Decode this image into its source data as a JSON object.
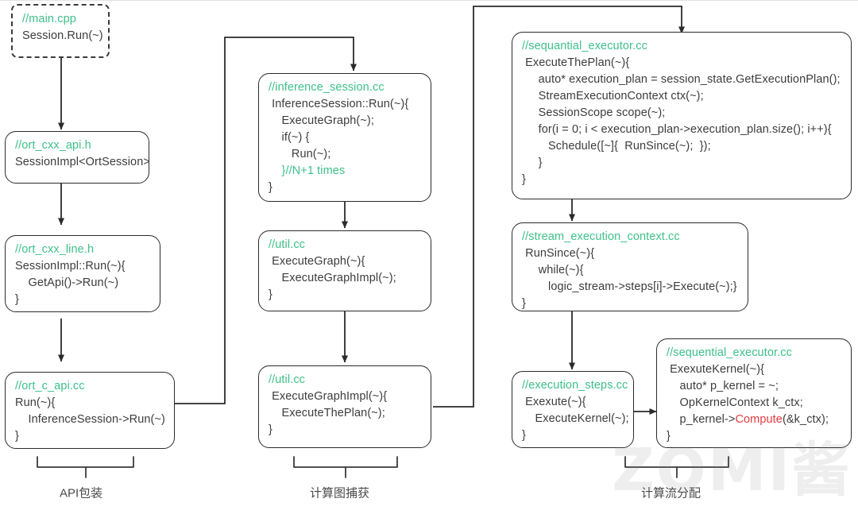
{
  "diagram": {
    "title": "ONNX Runtime Session.Run call flow",
    "colors": {
      "comment_green": "#3ec08a",
      "highlight_red": "#e0393e",
      "stroke": "#2b2b2b",
      "text": "#3c3c3c",
      "background": "#ffffff"
    },
    "watermark": "ZOMI酱"
  },
  "nodes": [
    {
      "id": "main-cpp",
      "style": "dashed",
      "comment": "//main.cpp",
      "lines": [
        "Session.Run(~)"
      ]
    },
    {
      "id": "ort-cxx-api-h",
      "style": "solid",
      "comment": "//ort_cxx_api.h",
      "lines": [
        "SessionImpl<OrtSession>"
      ]
    },
    {
      "id": "ort-cxx-line-h",
      "style": "solid",
      "comment": "//ort_cxx_line.h",
      "lines": [
        "SessionImpl::Run(~){",
        "    GetApi()->Run(~)",
        "}"
      ]
    },
    {
      "id": "ort-c-api-cc",
      "style": "solid",
      "comment": "//ort_c_api.cc",
      "lines": [
        "Run(~){",
        "    InferenceSession->Run(~)",
        "}"
      ]
    },
    {
      "id": "inference-session-cc",
      "style": "solid",
      "comment": "//inference_session.cc",
      "lines": [
        " InferenceSession::Run(~){",
        "    ExecuteGraph(~);",
        "    if(~) {",
        "       Run(~);",
        "    }//N+1 times",
        "}"
      ],
      "comment_suffix_line_index": 4
    },
    {
      "id": "util-cc-execute-graph",
      "style": "solid",
      "comment": "//util.cc",
      "lines": [
        " ExecuteGraph(~){",
        "    ExecuteGraphImpl(~);",
        "}"
      ]
    },
    {
      "id": "util-cc-execute-graph-impl",
      "style": "solid",
      "comment": "//util.cc",
      "lines": [
        " ExecuteGraphImpl(~){",
        "    ExecuteThePlan(~);",
        "}"
      ]
    },
    {
      "id": "sequential-executor-cc-plan",
      "style": "solid",
      "comment": "//sequantial_executor.cc",
      "lines": [
        " ExecuteThePlan(~){",
        "     auto* execution_plan = session_state.GetExecutionPlan();",
        "     StreamExecutionContext ctx(~);",
        "     SessionScope scope(~);",
        "     for(i = 0; i < execution_plan->execution_plan.size(); i++){",
        "        Schedule([~]{  RunSince(~);  });",
        "     }",
        "}"
      ]
    },
    {
      "id": "stream-execution-context-cc",
      "style": "solid",
      "comment": "//stream_execution_context.cc",
      "lines": [
        " RunSince(~){",
        "     while(~){",
        "        logic_stream->steps[i]->Execute(~);}",
        "}"
      ]
    },
    {
      "id": "execution-steps-cc",
      "style": "solid",
      "comment": "//execution_steps.cc",
      "lines": [
        " Exexute(~){",
        "    ExecuteKernel(~);",
        "}"
      ]
    },
    {
      "id": "sequential-executor-cc-kernel",
      "style": "solid",
      "comment": "//sequential_executor.cc",
      "lines": [
        " ExexuteKernel(~){",
        "    auto* p_kernel = ~;",
        "    OpKernelContext k_ctx;",
        "    p_kernel->Compute(&k_ctx);",
        "}"
      ],
      "highlight_token": "Compute"
    }
  ],
  "groups": [
    {
      "id": "group-api-wrap",
      "label": "API包装"
    },
    {
      "id": "group-graph-capture",
      "label": "计算图捕获"
    },
    {
      "id": "group-stream-alloc",
      "label": "计算流分配"
    }
  ]
}
